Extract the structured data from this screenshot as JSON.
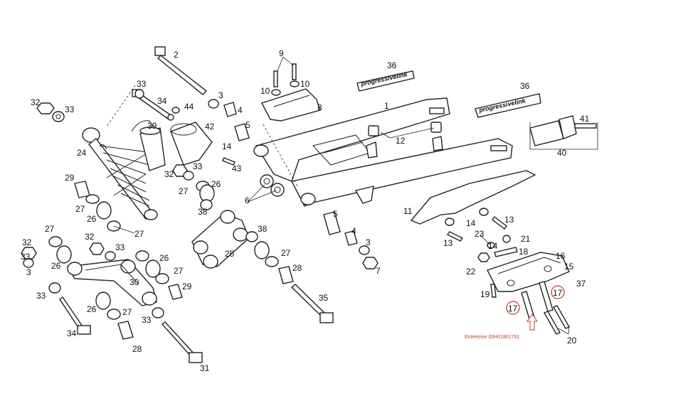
{
  "labels": {
    "l1": "1",
    "l2": "2",
    "l3a": "3",
    "l3b": "3",
    "l3c": "3",
    "l4a": "4",
    "l4b": "4",
    "l5a": "5",
    "l5b": "5",
    "l6": "6",
    "l7": "7",
    "l8": "8",
    "l9": "9",
    "l10a": "10",
    "l10b": "10",
    "l11": "11",
    "l12": "12",
    "l13a": "13",
    "l13b": "13",
    "l14a": "14",
    "l14b": "14",
    "l15": "15",
    "l16": "16",
    "l17a": "17",
    "l17b": "17",
    "l18": "18",
    "l19": "19",
    "l20": "20",
    "l21": "21",
    "l22": "22",
    "l23": "23",
    "l24": "24",
    "l25": "25",
    "l26a": "26",
    "l26b": "26",
    "l26c": "26",
    "l26d": "26",
    "l26e": "26",
    "l27a": "27",
    "l27b": "27",
    "l27c": "27",
    "l27d": "27",
    "l27e": "27",
    "l27f": "27",
    "l27g": "27",
    "l28a": "28",
    "l28b": "28",
    "l29a": "29",
    "l29b": "29",
    "l30": "30",
    "l31": "31",
    "l32a": "32",
    "l32b": "32",
    "l32c": "32",
    "l32d": "32",
    "l33a": "33",
    "l33b": "33",
    "l33c": "33",
    "l33d": "33",
    "l33e": "33",
    "l33f": "33",
    "l33g": "33",
    "l34a": "34",
    "l34b": "34",
    "l35": "35",
    "l36a": "36",
    "l36b": "36",
    "l37": "37",
    "l38a": "38",
    "l38b": "38",
    "l39": "39",
    "l40": "40",
    "l41": "41",
    "l42": "42",
    "l43": "43",
    "l44": "44"
  },
  "logo_text": "progressivelink",
  "note": "Entretoise 00H01801791",
  "colors": {
    "highlight": "#c0392b",
    "ink": "#222222"
  }
}
